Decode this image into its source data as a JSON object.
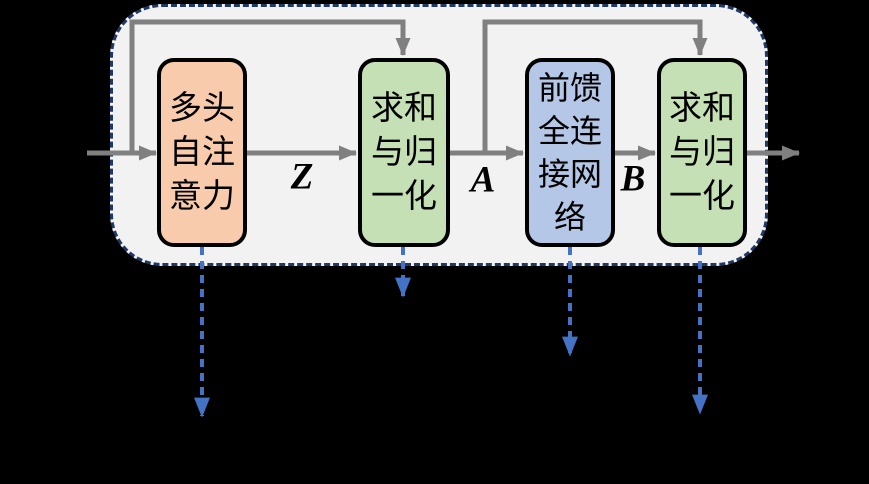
{
  "diagram": {
    "blocks": [
      {
        "name": "multi-head-self-attention",
        "label": "多头\n自注\n意力",
        "fill": "#F8CBAD"
      },
      {
        "name": "add-and-normalize-1",
        "label": "求和\n与归\n一化",
        "fill": "#C5E0B4"
      },
      {
        "name": "feed-forward-network",
        "label": "前馈\n全连\n接网\n络",
        "fill": "#B4C7E7"
      },
      {
        "name": "add-and-normalize-2",
        "label": "求和\n与归\n一化",
        "fill": "#C5E0B4"
      }
    ],
    "edge_labels": {
      "z": "Z",
      "a": "A",
      "b": "B"
    },
    "colors": {
      "background": "#000000",
      "container_fill": "#F2F2F2",
      "container_border": "#203864",
      "block_border": "#000000",
      "flow_arrow": "#808080",
      "annotation_arrow": "#4472C4"
    }
  }
}
